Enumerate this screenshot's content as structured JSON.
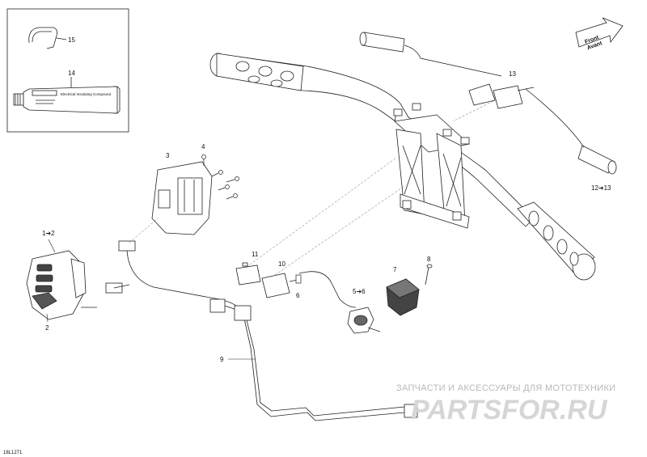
{
  "diagram": {
    "reference_code": "18L1271",
    "direction_arrow": {
      "line1": "Front",
      "line2": "Avant"
    },
    "callouts": {
      "c1": "1➔2",
      "c2": "2",
      "c3": "3",
      "c4": "4",
      "c5": "5➔6",
      "c6": "6",
      "c7": "7",
      "c8": "8",
      "c9": "9",
      "c10": "10",
      "c11": "11",
      "c12": "12➔13",
      "c13": "13",
      "c14": "14",
      "c15": "15"
    },
    "inset_tube_label": "Electrical Insulating Compound",
    "watermark": {
      "tagline": "ЗАПЧАСТИ И АКСЕССУАРЫ ДЛЯ МОТОТЕХНИКИ",
      "brand": "PARTSFOR.RU"
    }
  }
}
